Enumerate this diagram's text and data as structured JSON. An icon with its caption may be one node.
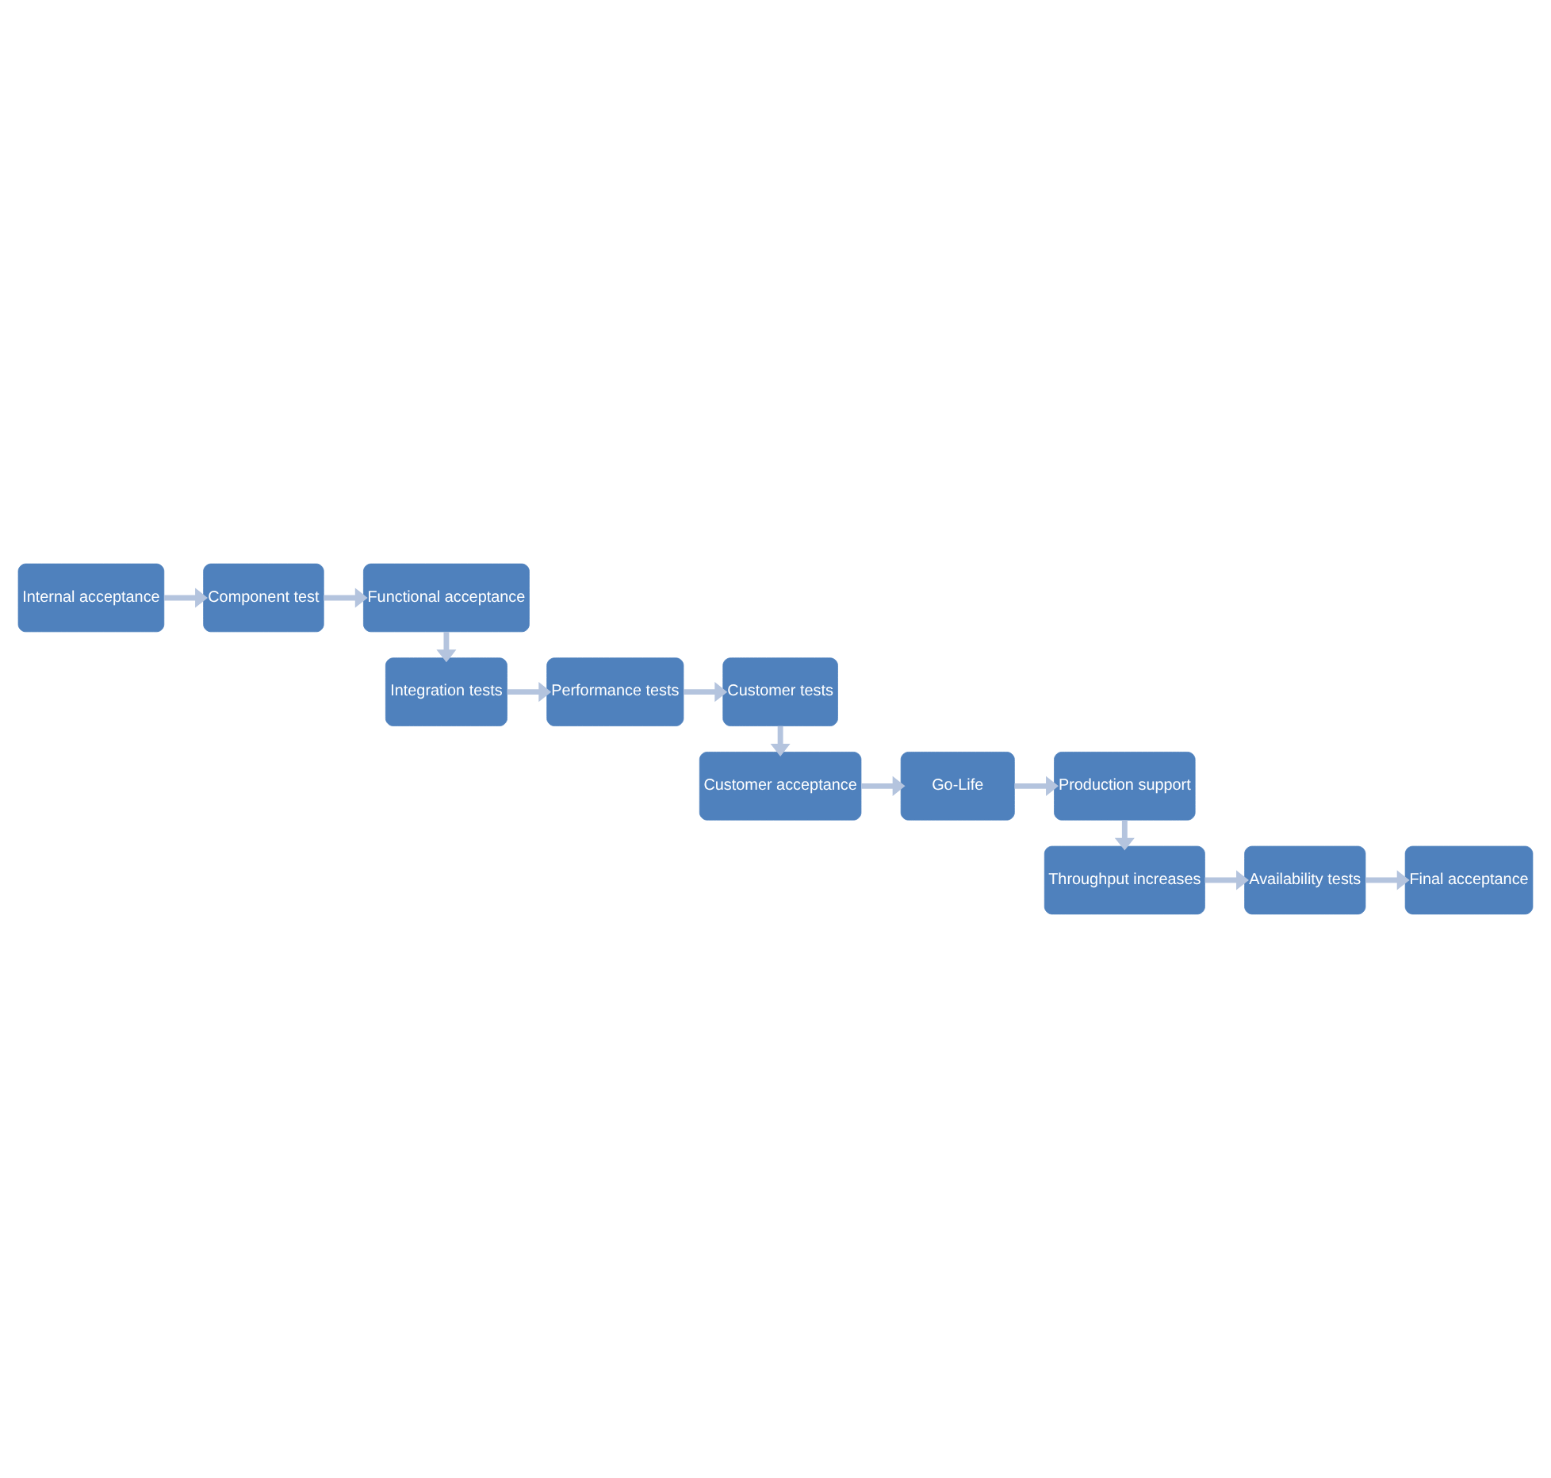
{
  "diagram": {
    "nodes": [
      {
        "text": [
          "Internal acceptance"
        ]
      },
      {
        "text": [
          "Component test"
        ]
      },
      {
        "text": [
          "Functional acceptance"
        ]
      },
      {
        "text": [
          "Customer tests"
        ]
      },
      {
        "text": [
          "Performance tests"
        ]
      },
      {
        "text": [
          "Integration tests"
        ]
      },
      {
        "text": [
          "Customer acceptance"
        ]
      },
      {
        "text": [
          "Go-Life"
        ]
      },
      {
        "text": [
          "Production support"
        ]
      },
      {
        "text": [
          "Final acceptance"
        ]
      },
      {
        "text": [
          "Availability tests"
        ]
      },
      {
        "text": [
          "Throughput increases"
        ]
      }
    ],
    "edges": [
      {
        "from": 0,
        "to": 1,
        "arrow": "to"
      },
      {
        "from": 1,
        "to": 2,
        "arrow": "to"
      },
      {
        "from": 2,
        "to": 5,
        "arrow": "to"
      },
      {
        "from": 5,
        "to": 4,
        "arrow": "to"
      },
      {
        "from": 4,
        "to": 3,
        "arrow": "to"
      },
      {
        "from": 3,
        "to": 6,
        "arrow": "to"
      },
      {
        "from": 6,
        "to": 7,
        "arrow": "to"
      },
      {
        "from": 7,
        "to": 8,
        "arrow": "to"
      },
      {
        "from": 8,
        "to": 11,
        "arrow": "to"
      },
      {
        "from": 11,
        "to": 10,
        "arrow": "to"
      },
      {
        "from": 10,
        "to": 9,
        "arrow": "to"
      }
    ]
  }
}
